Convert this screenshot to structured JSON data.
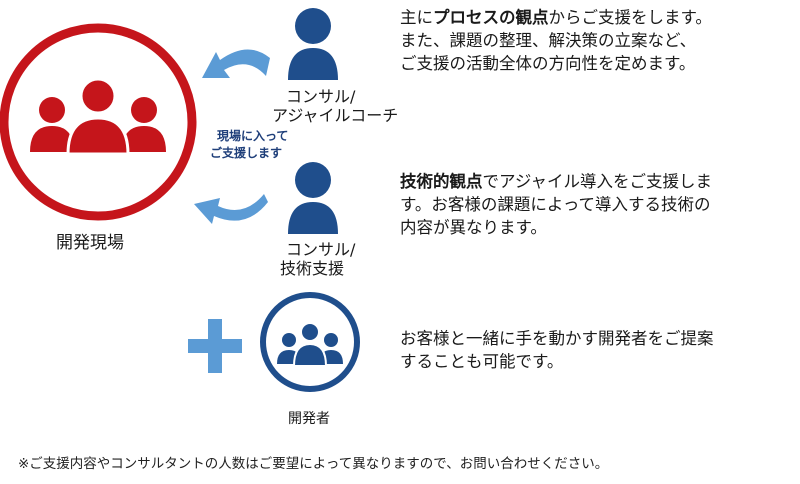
{
  "colors": {
    "red": "#c5151b",
    "navy": "#1f4e8c",
    "light_blue": "#5b9bd5"
  },
  "team": {
    "label": "開発現場"
  },
  "consultant_process": {
    "line1": "コンサル/",
    "line2": "アジャイルコーチ"
  },
  "arrow_caption": {
    "line1": "現場に入って",
    "line2": "ご支援します"
  },
  "consultant_tech": {
    "line1": "コンサル/",
    "line2": "技術支援"
  },
  "developers": {
    "label": "開発者"
  },
  "desc_process": {
    "pre": "主に",
    "bold": "プロセスの観点",
    "post": "からご支援をします。",
    "line2": "また、課題の整理、解決策の立案など、",
    "line3": "ご支援の活動全体の方向性を定めます。"
  },
  "desc_tech": {
    "bold": "技術的観点",
    "post": "でアジャイル導入をご支援しま",
    "line2": "す。お客様の課題によって導入する技術の",
    "line3": "内容が異なります。"
  },
  "desc_dev": {
    "line1": "お客様と一緒に手を動かす開発者をご提案",
    "line2": "することも可能です。"
  },
  "footnote": "※ご支援内容やコンサルタントの人数はご要望によって異なりますので、お問い合わせください。"
}
